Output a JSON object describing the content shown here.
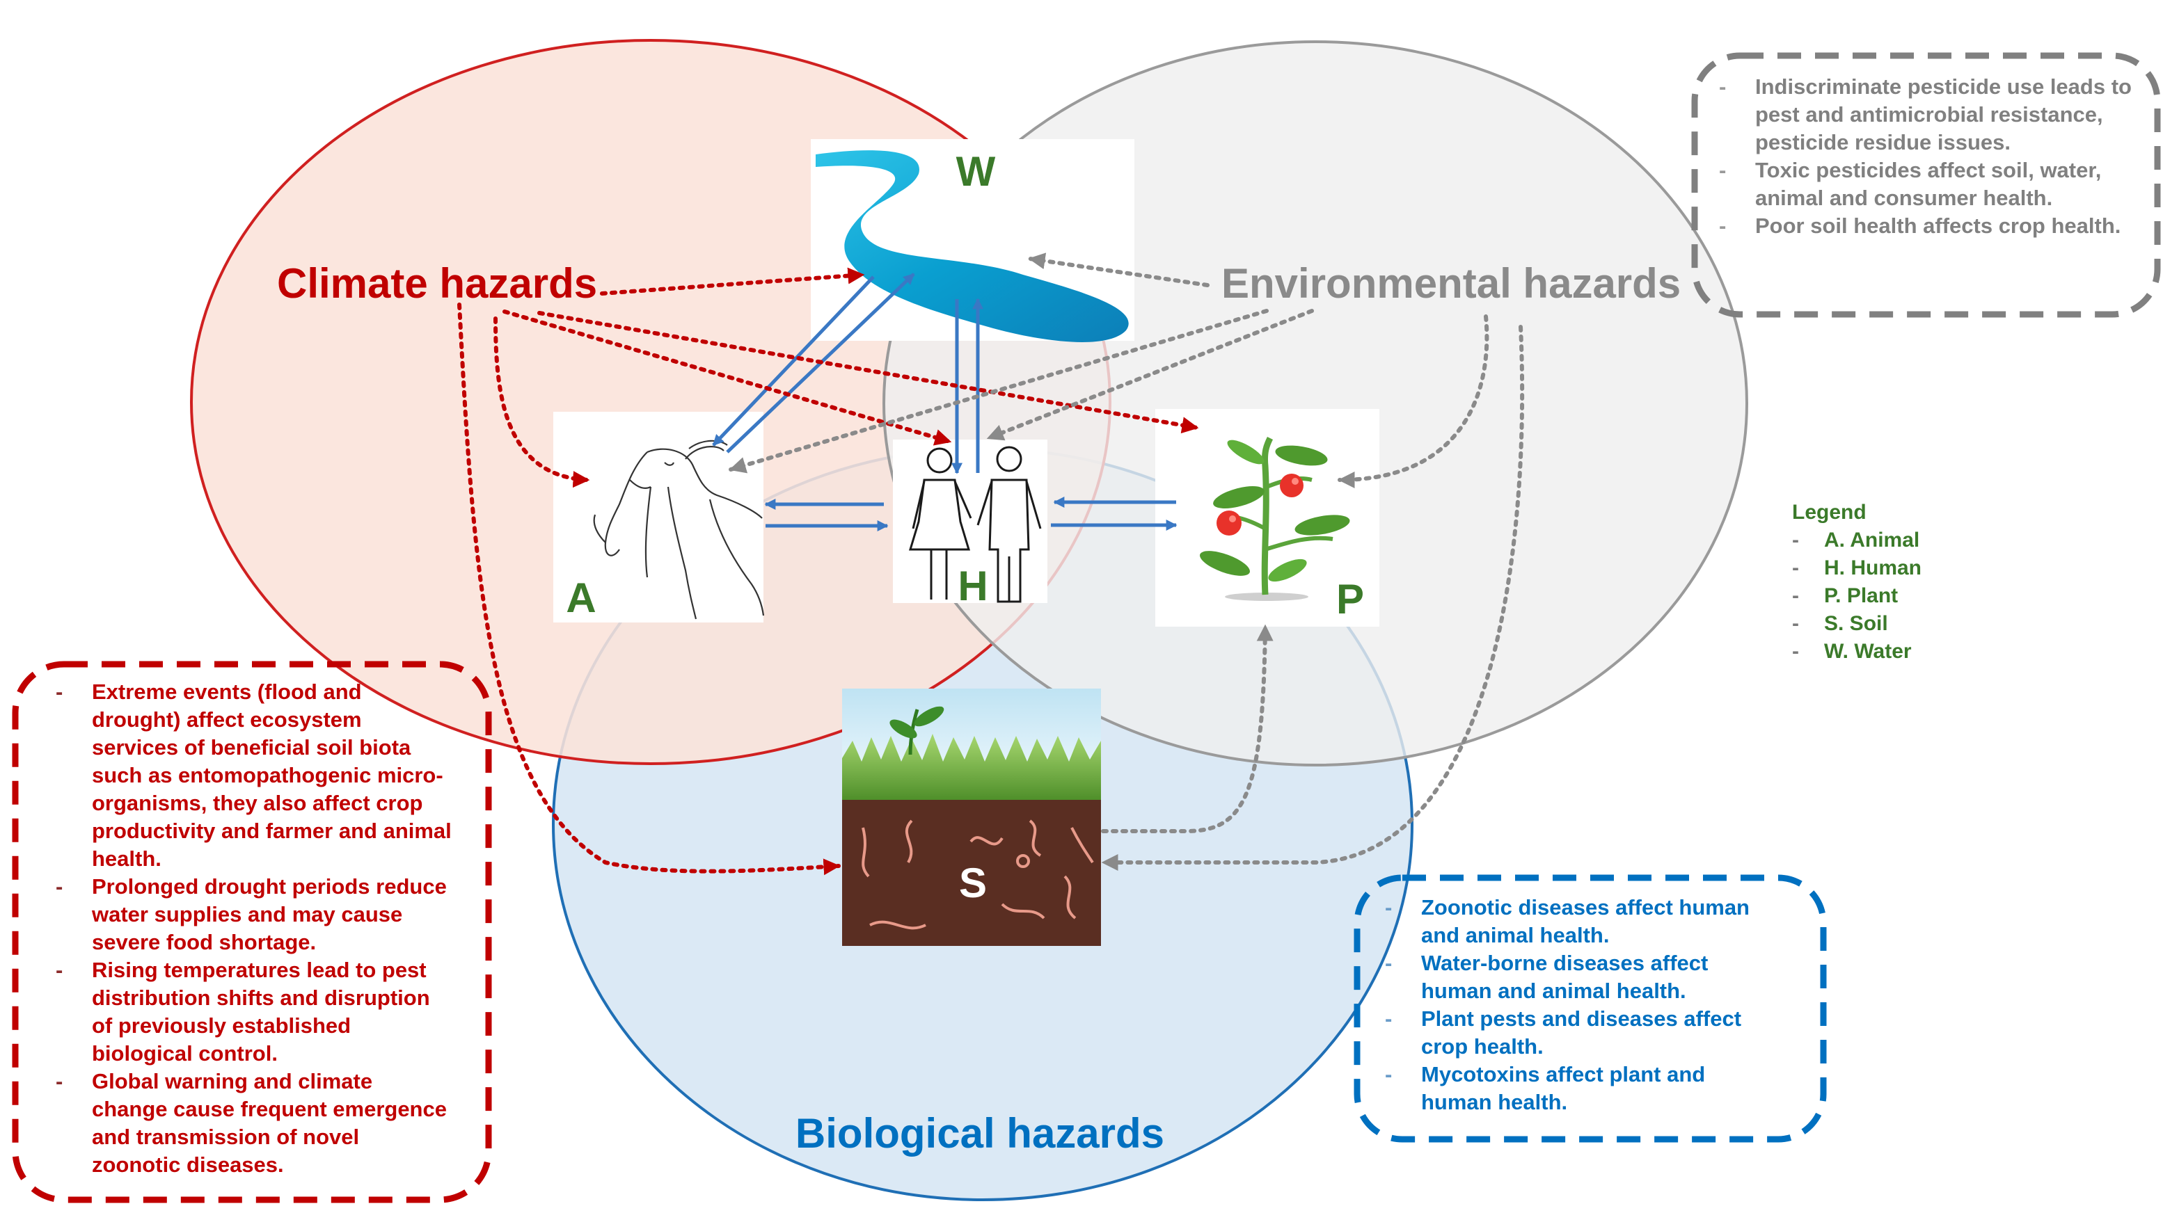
{
  "hazards": {
    "climate": "Climate hazards",
    "environmental": "Environmental hazards",
    "biological": "Biological hazards"
  },
  "nodes": {
    "water": "W",
    "animal": "A",
    "human": "H",
    "plant": "P",
    "soil": "S"
  },
  "climate_notes": [
    "Extreme events (flood and drought) affect ecosystem services of beneficial soil biota such as entomopathogenic micro-organisms, they also affect crop productivity and farmer and animal health.",
    "Prolonged drought periods reduce water supplies and may cause severe food shortage.",
    "Rising temperatures lead to pest distribution shifts and disruption of previously established biological control.",
    "Global warning and climate change cause frequent emergence and transmission of novel zoonotic diseases."
  ],
  "environmental_notes": [
    "Indiscriminate pesticide use leads to pest and antimicrobial resistance, pesticide residue issues.",
    "Toxic pesticides affect soil, water, animal and consumer health.",
    "Poor soil health affects crop health."
  ],
  "biological_notes": [
    "Zoonotic diseases affect human and animal health.",
    "Water-borne diseases affect human and animal health.",
    "Plant pests and diseases affect crop health.",
    "Mycotoxins affect plant and human health."
  ],
  "legend": {
    "title": "Legend",
    "items": [
      "A. Animal",
      "H. Human",
      "P. Plant",
      "S. Soil",
      "W. Water"
    ]
  },
  "colors": {
    "climate": "#c00000",
    "environmental": "#808080",
    "biological": "#0070c0",
    "node_letter": "#3b7a2a",
    "arrow_blue": "#3a78c4",
    "climate_fill": "#fbe3da",
    "environmental_fill": "#f1f1f1",
    "biological_fill": "#dbe9f5"
  }
}
